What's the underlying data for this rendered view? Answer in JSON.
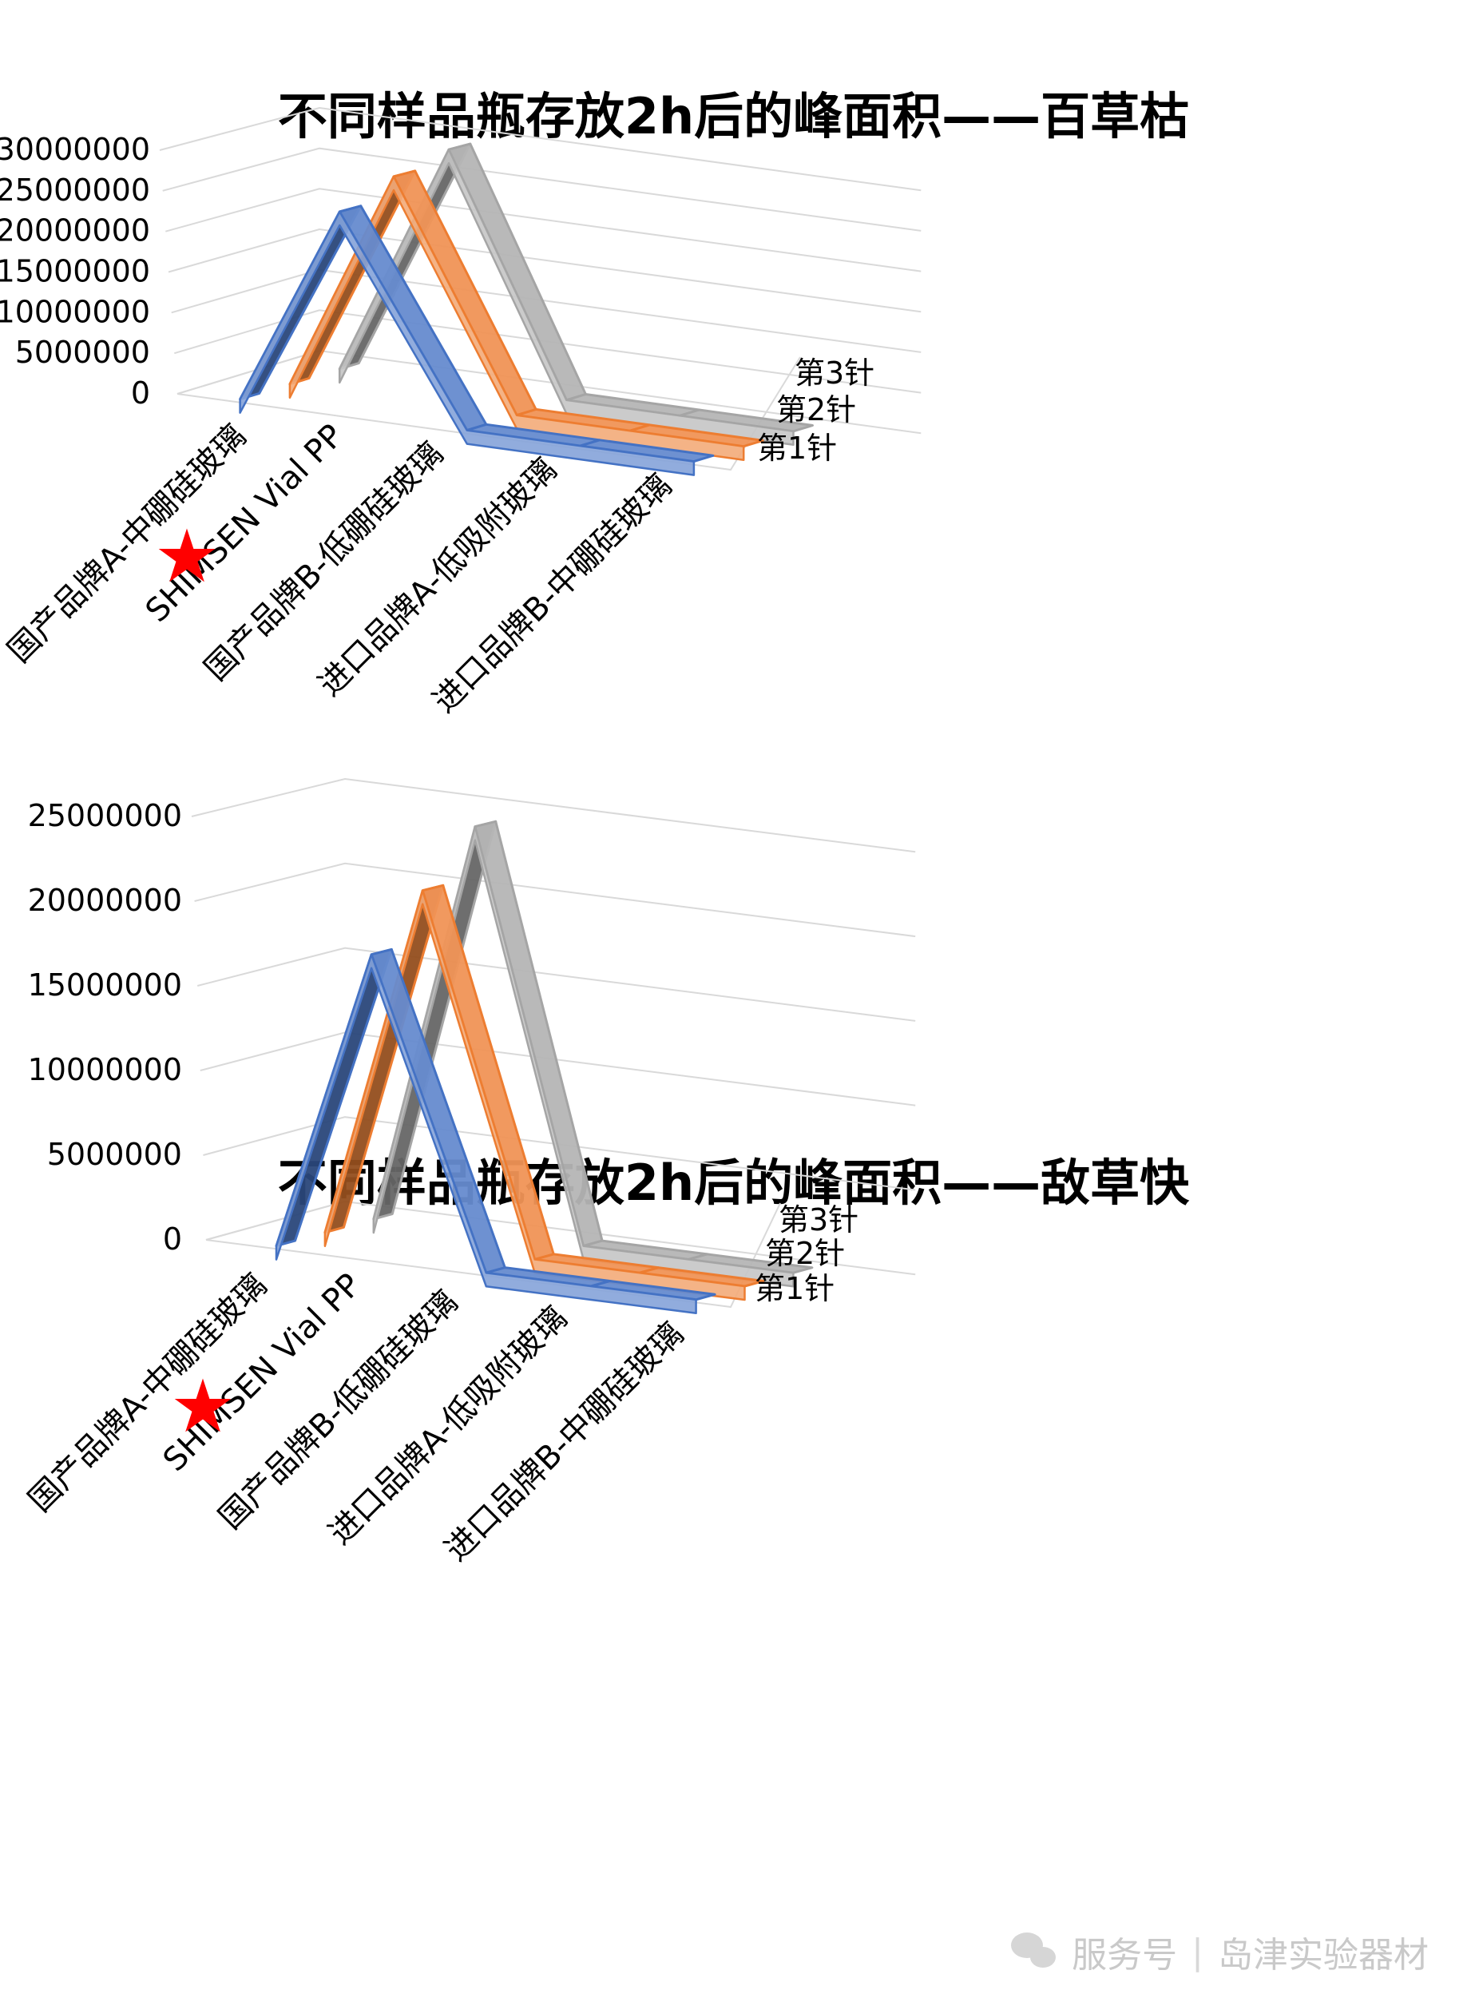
{
  "chart_data": [
    {
      "type": "line",
      "title": "不同样品瓶存放2h后的峰面积——百草枯",
      "categories": [
        "国产品牌A-中硼硅玻璃",
        "SHIMSEN Vial PP",
        "国产品牌B-低硼硅玻璃",
        "进口品牌A-低吸附玻璃",
        "进口品牌B-中硼硅玻璃"
      ],
      "series": [
        {
          "name": "第1针",
          "color": "#4472C4",
          "values": [
            0,
            25000000,
            0,
            0,
            0
          ]
        },
        {
          "name": "第2针",
          "color": "#ED7D31",
          "values": [
            0,
            27500000,
            0,
            0,
            0
          ]
        },
        {
          "name": "第3针",
          "color": "#A5A5A5",
          "values": [
            0,
            29000000,
            0,
            0,
            0
          ]
        }
      ],
      "ylim": [
        0,
        30000000
      ],
      "yticks": [
        "0",
        "5000000",
        "10000000",
        "15000000",
        "20000000",
        "25000000",
        "30000000"
      ],
      "grid": true,
      "highlight_marker": "★",
      "highlight_color": "#FF0000"
    },
    {
      "type": "line",
      "title": "不同样品瓶存放2h后的峰面积——敌草快",
      "categories": [
        "国产品牌A-中硼硅玻璃",
        "SHIMSEN Vial PP",
        "国产品牌B-低硼硅玻璃",
        "进口品牌A-低吸附玻璃",
        "进口品牌B-中硼硅玻璃"
      ],
      "series": [
        {
          "name": "第1针",
          "color": "#4472C4",
          "values": [
            0,
            18000000,
            0,
            0,
            0
          ]
        },
        {
          "name": "第2针",
          "color": "#ED7D31",
          "values": [
            0,
            21000000,
            0,
            0,
            0
          ]
        },
        {
          "name": "第3针",
          "color": "#A5A5A5",
          "values": [
            0,
            24000000,
            0,
            0,
            0
          ]
        }
      ],
      "ylim": [
        0,
        25000000
      ],
      "yticks": [
        "0",
        "5000000",
        "10000000",
        "15000000",
        "20000000",
        "25000000"
      ],
      "grid": true,
      "highlight_marker": "★",
      "highlight_color": "#FF0000"
    }
  ],
  "watermark": {
    "left": "服务号",
    "right": "岛津实验器材"
  }
}
